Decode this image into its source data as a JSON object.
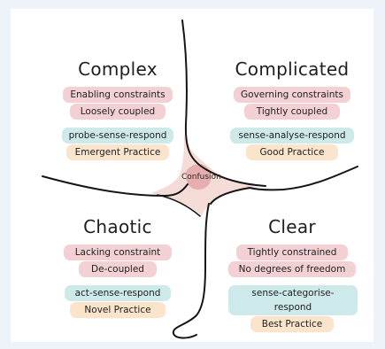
{
  "center": {
    "label": "Confusion"
  },
  "domains": {
    "complex": {
      "title": "Complex",
      "constraints": "Enabling constraints",
      "coupling": "Loosely coupled",
      "approach": "probe-sense-respond",
      "practice": "Emergent Practice"
    },
    "complicated": {
      "title": "Complicated",
      "constraints": "Governing constraints",
      "coupling": "Tightly coupled",
      "approach": "sense-analyse-respond",
      "practice": "Good Practice"
    },
    "chaotic": {
      "title": "Chaotic",
      "constraints": "Lacking constraint",
      "coupling": "De-coupled",
      "approach": "act-sense-respond",
      "practice": "Novel Practice"
    },
    "clear": {
      "title": "Clear",
      "constraints": "Tightly constrained",
      "coupling": "No degrees of freedom",
      "approach": "sense-categorise-respond",
      "practice": "Best Practice"
    }
  },
  "colors": {
    "constraint_highlight": "#f3d0d4",
    "approach_highlight": "#cde9ea",
    "practice_highlight": "#fbe4cc",
    "confusion_fill": "#f6dcd6",
    "confusion_core": "#e7aeb0"
  }
}
